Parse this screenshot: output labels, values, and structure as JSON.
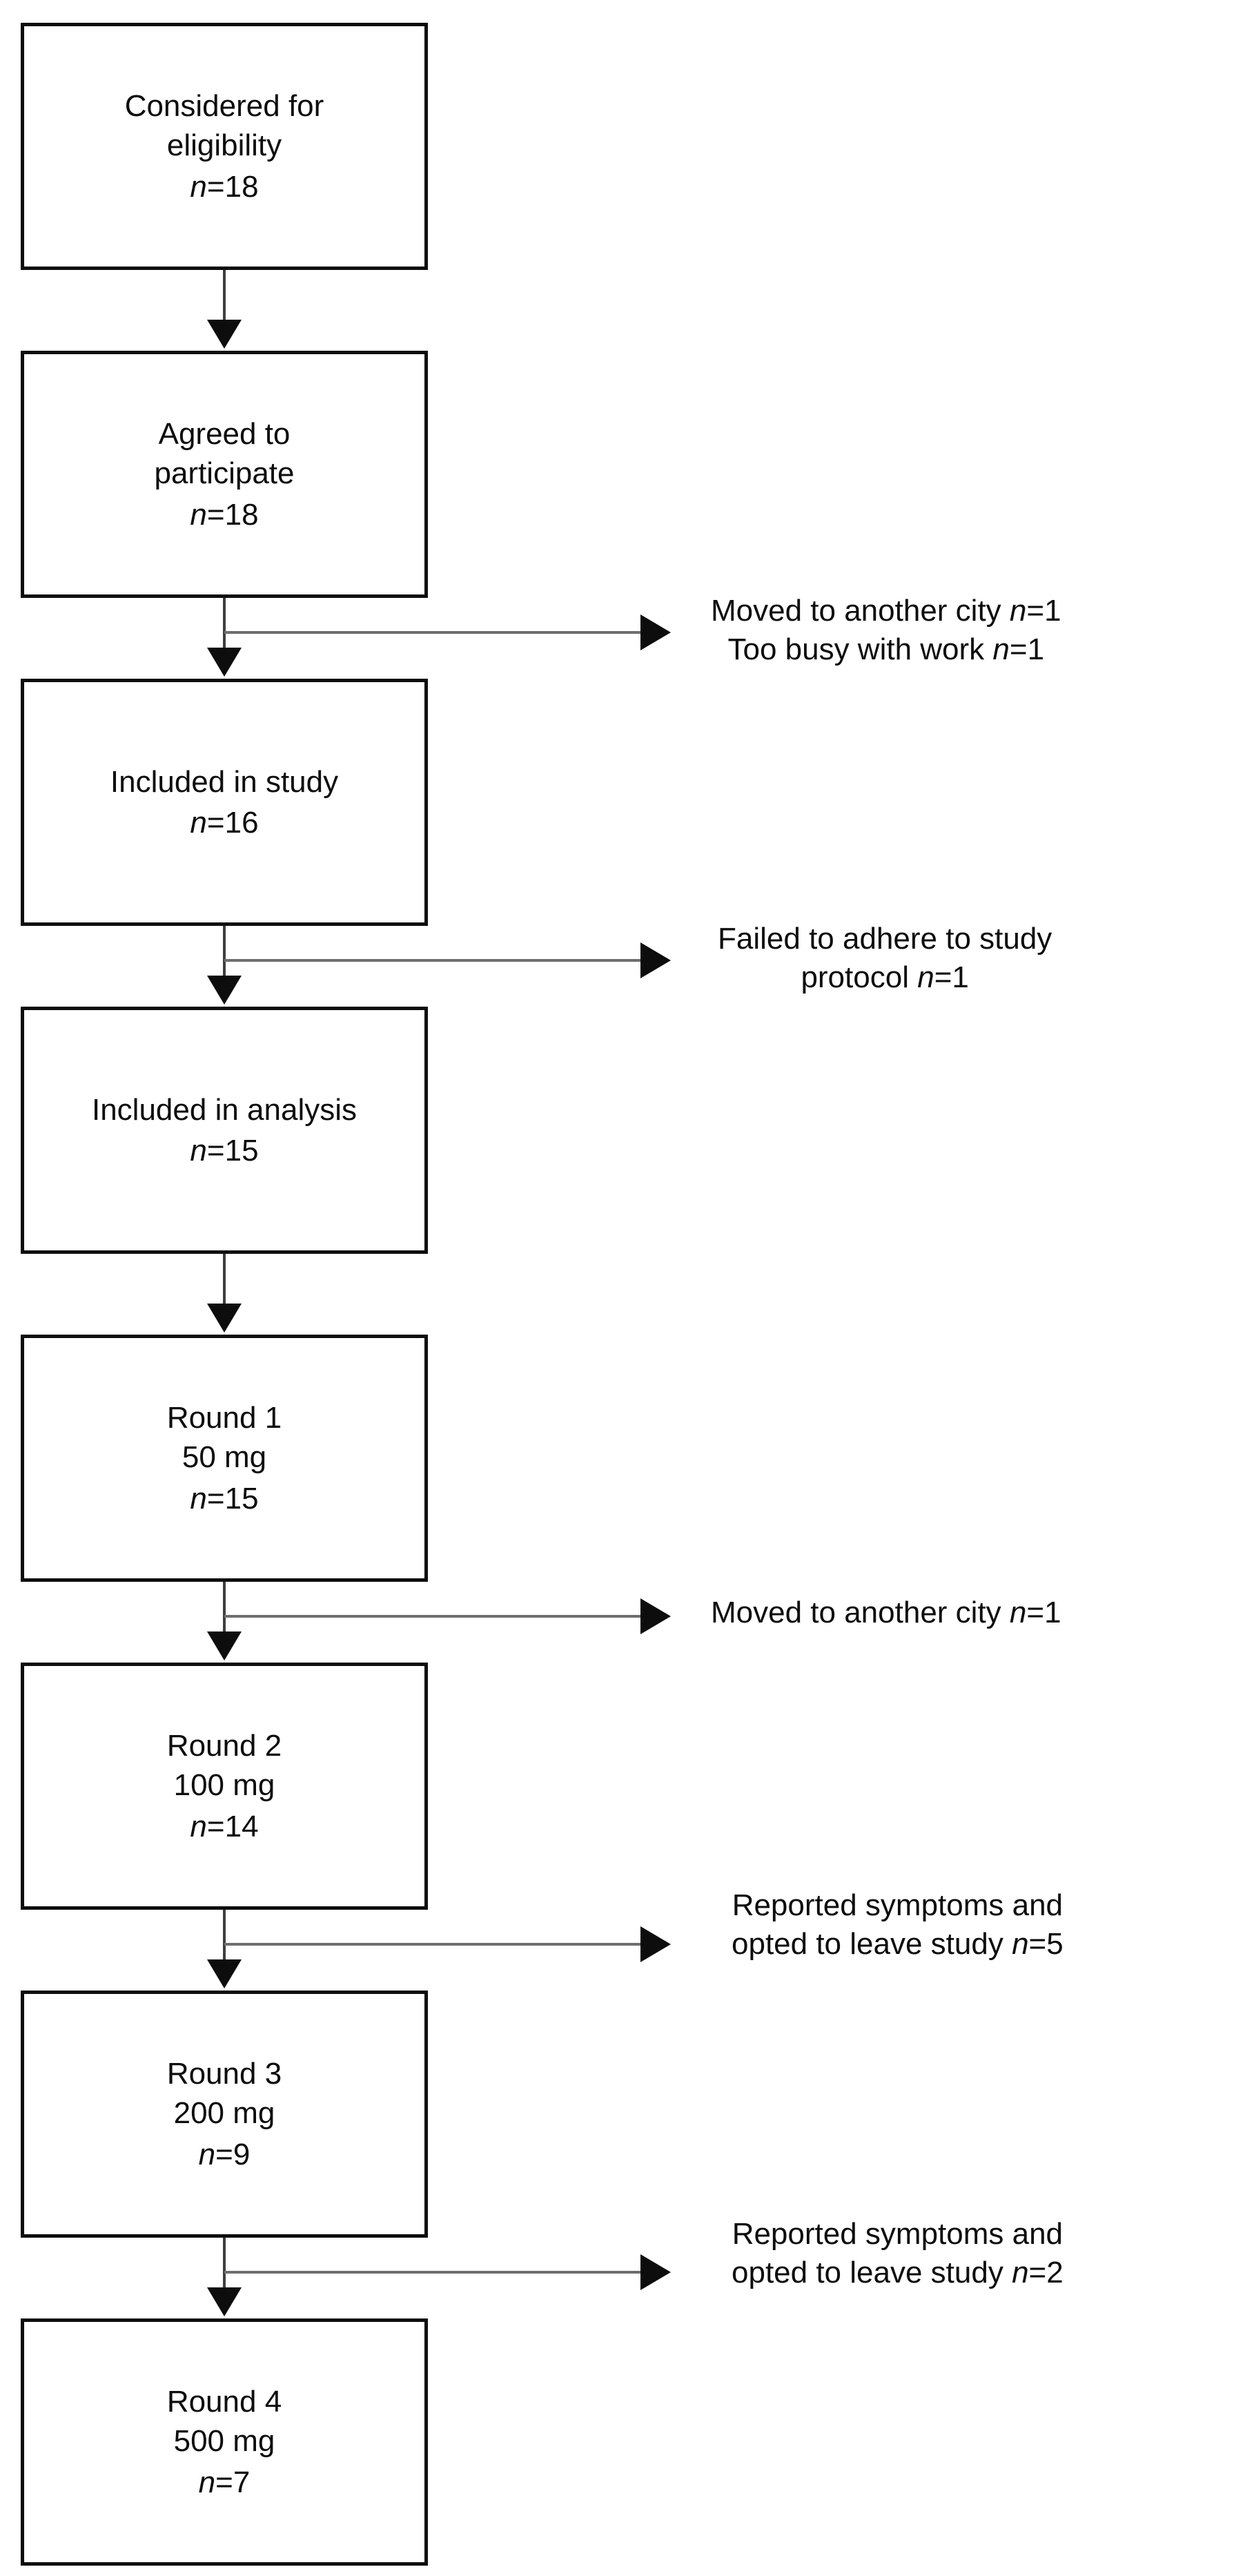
{
  "diagram": {
    "type": "study-participant-flow-chart",
    "nodes": [
      {
        "id": "considered",
        "lines": [
          "Considered for",
          "eligibility"
        ],
        "n_prefix": "n",
        "n_sep": "=",
        "n_value": "18"
      },
      {
        "id": "agreed",
        "lines": [
          "Agreed to",
          "participate"
        ],
        "n_prefix": "n",
        "n_sep": "=",
        "n_value": "18"
      },
      {
        "id": "included-study",
        "lines": [
          "Included in study"
        ],
        "n_prefix": "n",
        "n_sep": "=",
        "n_value": "16"
      },
      {
        "id": "included-analysis",
        "lines": [
          "Included in analysis"
        ],
        "n_prefix": "n",
        "n_sep": "=",
        "n_value": "15"
      },
      {
        "id": "round-1",
        "lines": [
          "Round 1",
          "50 mg"
        ],
        "n_prefix": "n",
        "n_sep": "=",
        "n_value": "15"
      },
      {
        "id": "round-2",
        "lines": [
          "Round 2",
          "100 mg"
        ],
        "n_prefix": "n",
        "n_sep": "=",
        "n_value": "14"
      },
      {
        "id": "round-3",
        "lines": [
          "Round 3",
          "200 mg"
        ],
        "n_prefix": "n",
        "n_sep": "=",
        "n_value": "9"
      },
      {
        "id": "round-4",
        "lines": [
          "Round 4",
          "500 mg"
        ],
        "n_prefix": "n",
        "n_sep": "=",
        "n_value": "7"
      }
    ],
    "exclusions": [
      {
        "id": "exclusion-1",
        "line1_text": "Moved to another city ",
        "line1_n_prefix": "n",
        "line1_n_sep": "=",
        "line1_n_value": "1",
        "line2_text": "Too busy with work ",
        "line2_n_prefix": "n",
        "line2_n_sep": "=",
        "line2_n_value": "1"
      },
      {
        "id": "exclusion-2",
        "line1_text": "Failed to adhere to study",
        "line1_n_prefix": "",
        "line1_n_sep": "",
        "line1_n_value": "",
        "line2_text": "protocol ",
        "line2_n_prefix": "n",
        "line2_n_sep": "=",
        "line2_n_value": "1"
      },
      {
        "id": "exclusion-3",
        "line1_text": "Moved to another city ",
        "line1_n_prefix": "n",
        "line1_n_sep": "=",
        "line1_n_value": "1",
        "line2_text": "",
        "line2_n_prefix": "",
        "line2_n_sep": "",
        "line2_n_value": ""
      },
      {
        "id": "exclusion-4",
        "line1_text": "Reported symptoms and",
        "line1_n_prefix": "",
        "line1_n_sep": "",
        "line1_n_value": "",
        "line2_text": "opted to leave study ",
        "line2_n_prefix": "n",
        "line2_n_sep": "=",
        "line2_n_value": "5"
      },
      {
        "id": "exclusion-5",
        "line1_text": "Reported symptoms and",
        "line1_n_prefix": "",
        "line1_n_sep": "",
        "line1_n_value": "",
        "line2_text": "opted to leave study ",
        "line2_n_prefix": "n",
        "line2_n_sep": "=",
        "line2_n_value": "2"
      }
    ],
    "colors": {
      "box_border": "#0d0d0d",
      "text": "#0d0d0d",
      "connector": "#3f3f3f",
      "branch_connector": "#6e6e6e",
      "background": "#ffffff"
    }
  }
}
